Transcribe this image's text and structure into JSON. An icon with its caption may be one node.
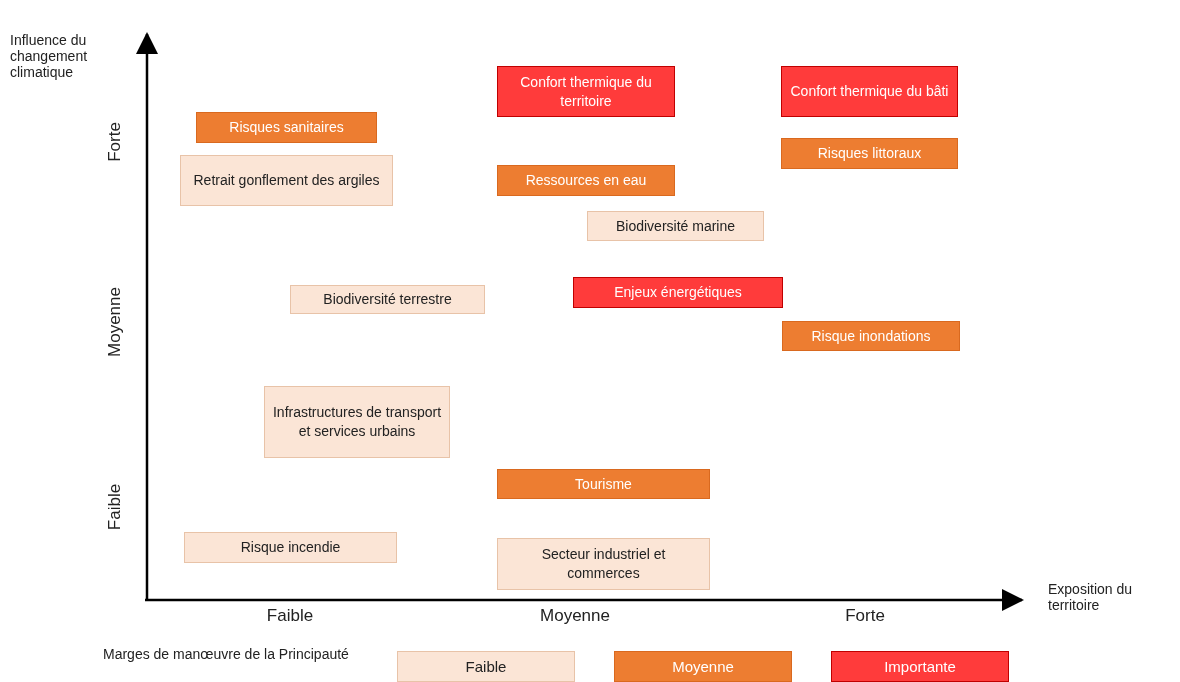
{
  "diagram": {
    "nodes": [
      {
        "text": [
          "Confort thermique du territoire"
        ]
      },
      {
        "text": [
          "Confort thermique du bâti"
        ]
      },
      {
        "text": [
          "Risques sanitaires"
        ]
      },
      {
        "text": [
          "Risques littoraux"
        ]
      },
      {
        "text": [
          "Retrait gonflement des argiles"
        ]
      },
      {
        "text": [
          "Ressources en eau"
        ]
      },
      {
        "text": [
          "Biodiversité marine"
        ]
      },
      {
        "text": [
          "Enjeux énergétiques"
        ]
      },
      {
        "text": [
          "Biodiversité terrestre"
        ]
      },
      {
        "text": [
          "Risque inondations"
        ]
      },
      {
        "text": [
          "Infrastructures de transport et services urbains"
        ]
      },
      {
        "text": [
          "Tourisme"
        ]
      },
      {
        "text": [
          "Risque incendie"
        ]
      },
      {
        "text": [
          "Secteur industriel et commerces"
        ]
      }
    ],
    "edges": [],
    "labels": [
      "Influence du changement climatique",
      "Forte",
      "Moyenne",
      "Faible",
      "Exposition du territoire",
      "Faible",
      "Moyenne",
      "Forte",
      "Marges de manœuvre de la Principauté"
    ],
    "legend": [
      {
        "text": "Faible",
        "color": "#fbe5d6"
      },
      {
        "text": "Moyenne",
        "color": "#ed7d31"
      },
      {
        "text": "Importante",
        "color": "#ff3b3b"
      }
    ]
  }
}
